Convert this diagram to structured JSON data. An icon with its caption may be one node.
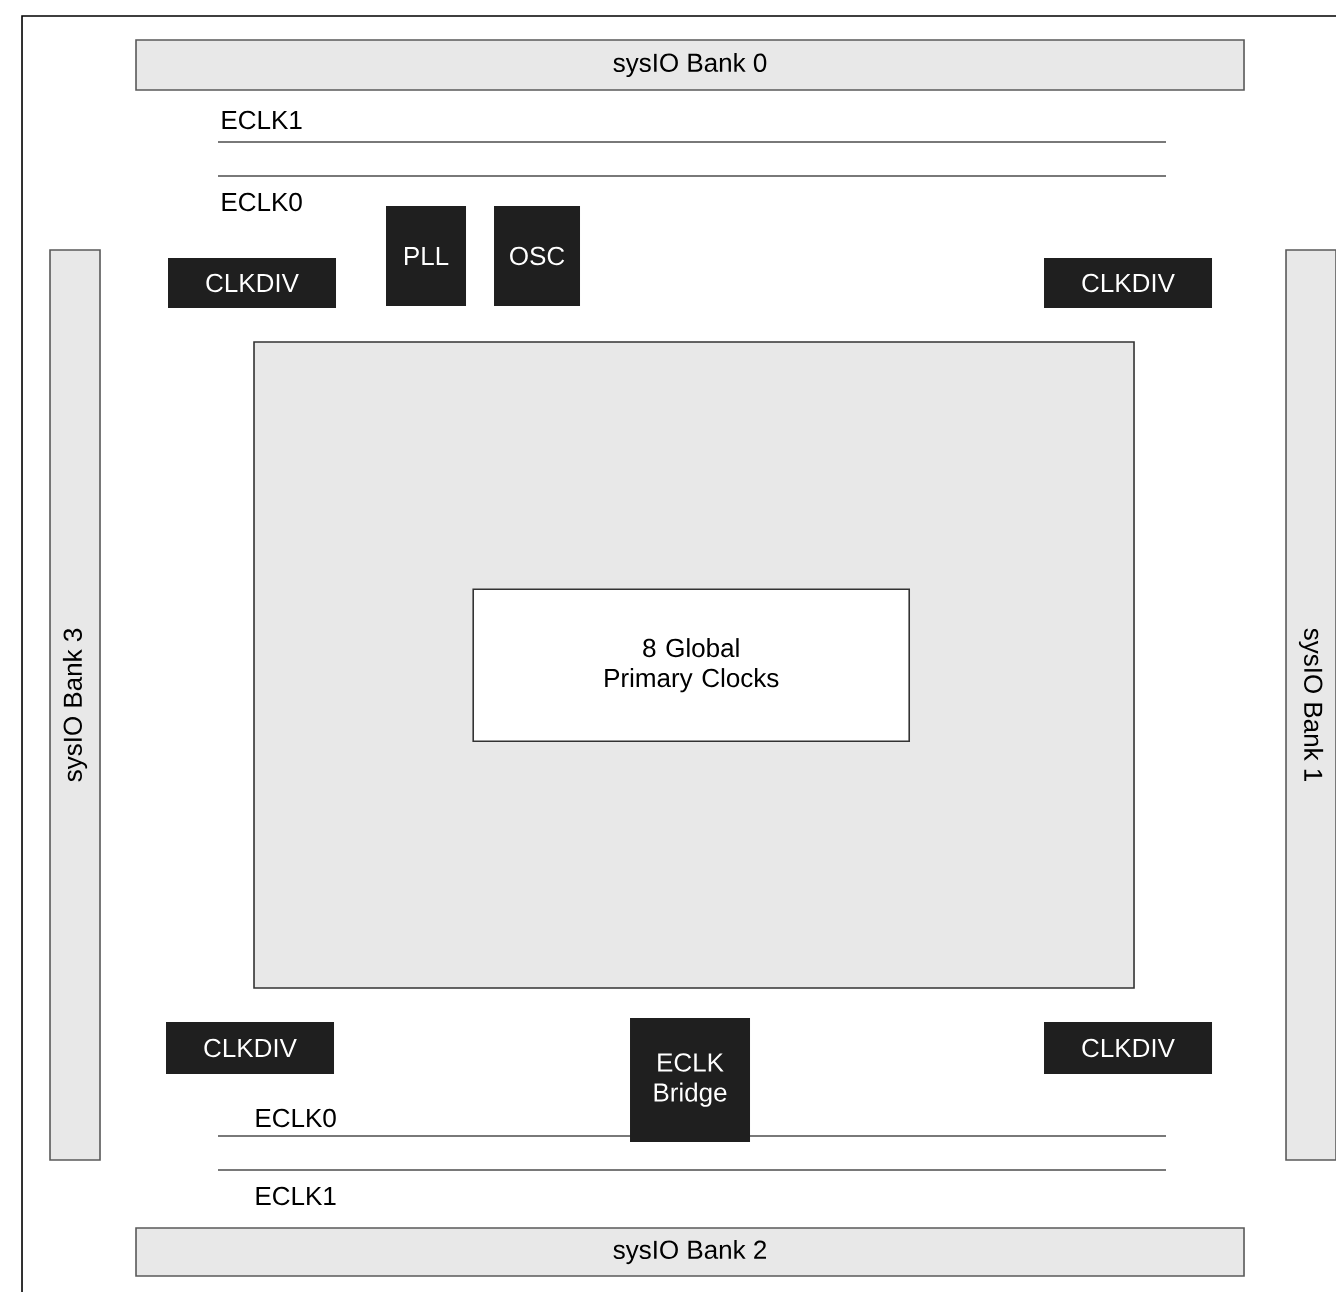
{
  "diagram": {
    "nodes": [
      {
        "text": [
          "sysIO Bank 0"
        ]
      },
      {
        "text": [
          "CLKDIV"
        ]
      },
      {
        "text": [
          "PLL"
        ]
      },
      {
        "text": [
          "OSC"
        ]
      },
      {
        "text": [
          "CLKDIV"
        ]
      },
      {
        "text": [
          "sysIO Bank 3"
        ]
      },
      {
        "text": [],
        "shape": "box"
      },
      {
        "text": [
          "8 Global Primary Clocks"
        ],
        "in": 6
      },
      {
        "text": [
          "sysIO Bank 1"
        ]
      },
      {
        "text": [
          "CLKDIV"
        ]
      },
      {
        "text": [
          "ECLK Bridge"
        ]
      },
      {
        "text": [
          "CLKDIV"
        ]
      },
      {
        "text": [
          "sysIO Bank 2"
        ]
      }
    ],
    "labels": [
      "ECLK1",
      "ECLK0",
      "ECLK0",
      "ECLK1"
    ]
  }
}
